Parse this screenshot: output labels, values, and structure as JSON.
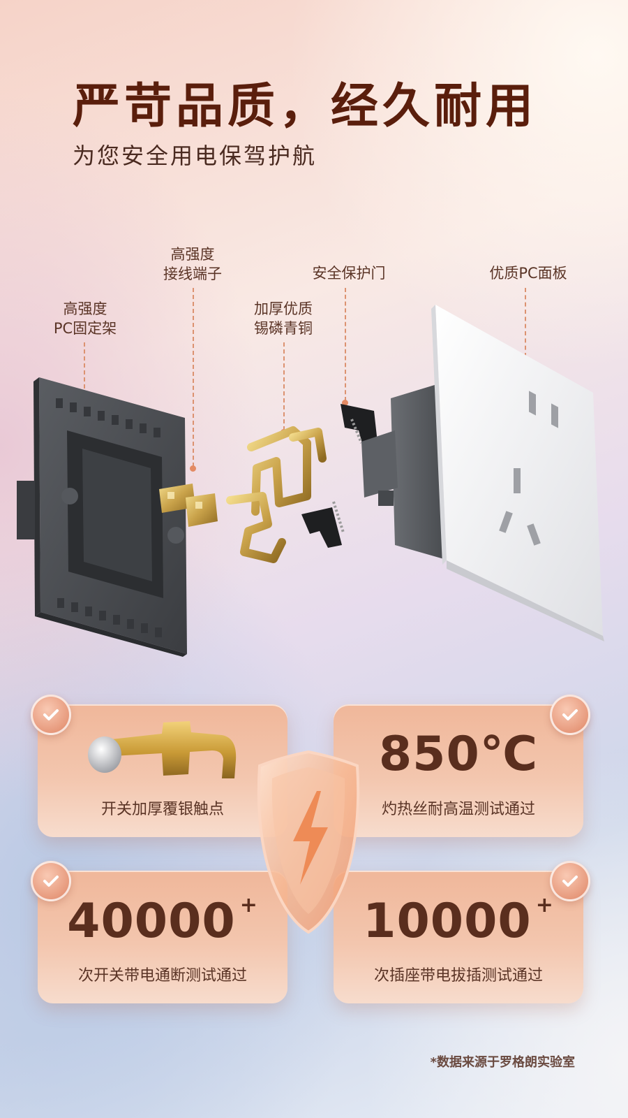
{
  "headline": "严苛品质，经久耐用",
  "subline": "为您安全用电保驾护航",
  "callouts": {
    "fixing_frame": "高强度\nPC固定架",
    "terminal": "高强度\n接线端子",
    "bronze": "加厚优质\n锡磷青铜",
    "safety_door": "安全保护门",
    "panel": "优质PC面板"
  },
  "cards": {
    "contact": {
      "caption": "开关加厚覆银触点"
    },
    "temperature": {
      "value": "850℃",
      "caption": "灼热丝耐高温测试通过"
    },
    "switch_test": {
      "value": "40000",
      "suffix": "+",
      "caption": "次开关带电通断测试通过"
    },
    "plug_test": {
      "value": "10000",
      "suffix": "+",
      "caption": "次插座带电拔插测试通过"
    }
  },
  "footnote": "*数据来源于罗格朗实验室",
  "colors": {
    "headline": "#5a1e0c",
    "card": "#f3c6ae",
    "accent": "#e38a63",
    "frame": "#4a4d51",
    "brass": "#c9a24a",
    "panel": "#f2f2f4"
  }
}
